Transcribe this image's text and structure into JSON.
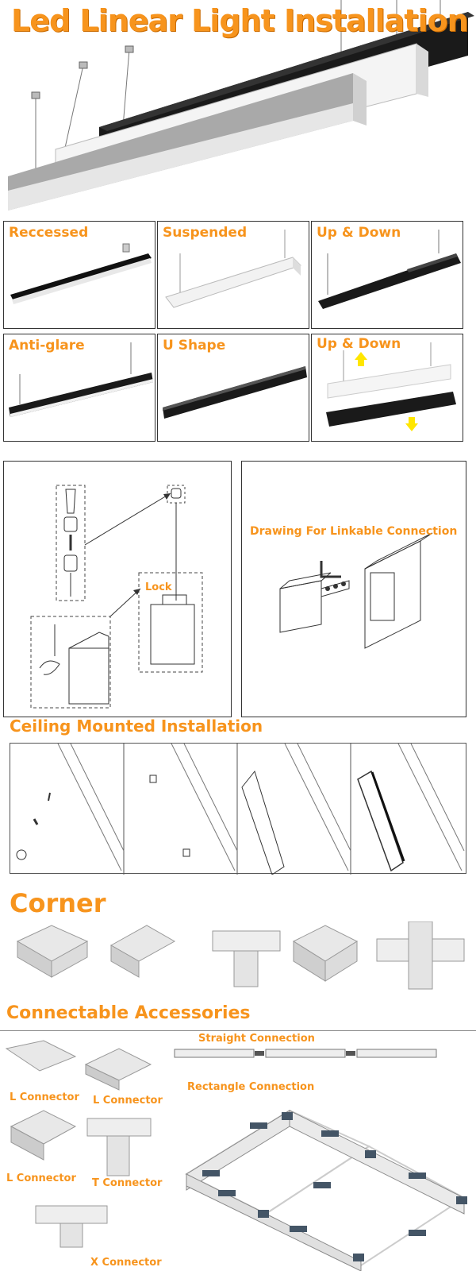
{
  "hero": {
    "title": "Led Linear Light Installation"
  },
  "mount_types": [
    {
      "label": "Reccessed"
    },
    {
      "label": "Suspended"
    },
    {
      "label": "Up & Down"
    },
    {
      "label": "Anti-glare"
    },
    {
      "label": "U Shape"
    },
    {
      "label": "Up & Down"
    }
  ],
  "diagrams": {
    "lock_label": "Lock",
    "linkable_title": "Drawing For Linkable Connection"
  },
  "ceiling": {
    "title": "Ceiling Mounted Installation"
  },
  "corner": {
    "title": "Corner"
  },
  "accessories": {
    "title": "Connectable Accessories",
    "straight_label": "Straight Connection",
    "rectangle_label": "Rectangle Connection",
    "connectors": [
      {
        "label": "L Connector"
      },
      {
        "label": "L Connector"
      },
      {
        "label": "L Connector"
      },
      {
        "label": "T Connector"
      },
      {
        "label": "X Connector"
      }
    ]
  },
  "colors": {
    "accent": "#f7941d",
    "arrow": "#ffe600",
    "fixture_dark": "#1a1a1a",
    "fixture_light": "#e6e6e6"
  }
}
